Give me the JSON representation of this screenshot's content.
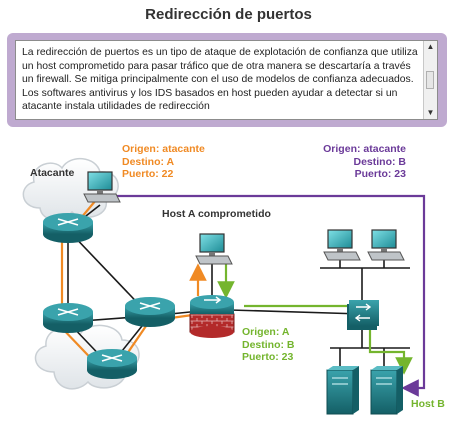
{
  "title": "Redirección de puertos",
  "description": "La redirección de puertos es un tipo de ataque de explotación de confianza que utiliza un host comprometido para pasar tráfico que de otra manera se descartaría a través un firewall. Se mitiga principalmente con el uso de modelos de confianza adecuados. Los softwares antivirus y los IDS basados en host pueden ayudar a detectar si un atacante instala utilidades de redirección",
  "labels": {
    "attacker": "Atacante",
    "host_a": "Host A comprometido",
    "host_b": "Host B"
  },
  "flows": {
    "orange": [
      "Origen: atacante",
      "Destino: A",
      "Puerto: 22"
    ],
    "purple": [
      "Origen: atacante",
      "Destino: B",
      "Puerto: 23"
    ],
    "green": [
      "Origen: A",
      "Destino: B",
      "Puerto: 23"
    ]
  },
  "colors": {
    "orange": "#f08a24",
    "purple": "#6b3a99",
    "green": "#74b52e",
    "device_teal": "#1e7b83",
    "panel_lilac": "#bfaad0"
  }
}
